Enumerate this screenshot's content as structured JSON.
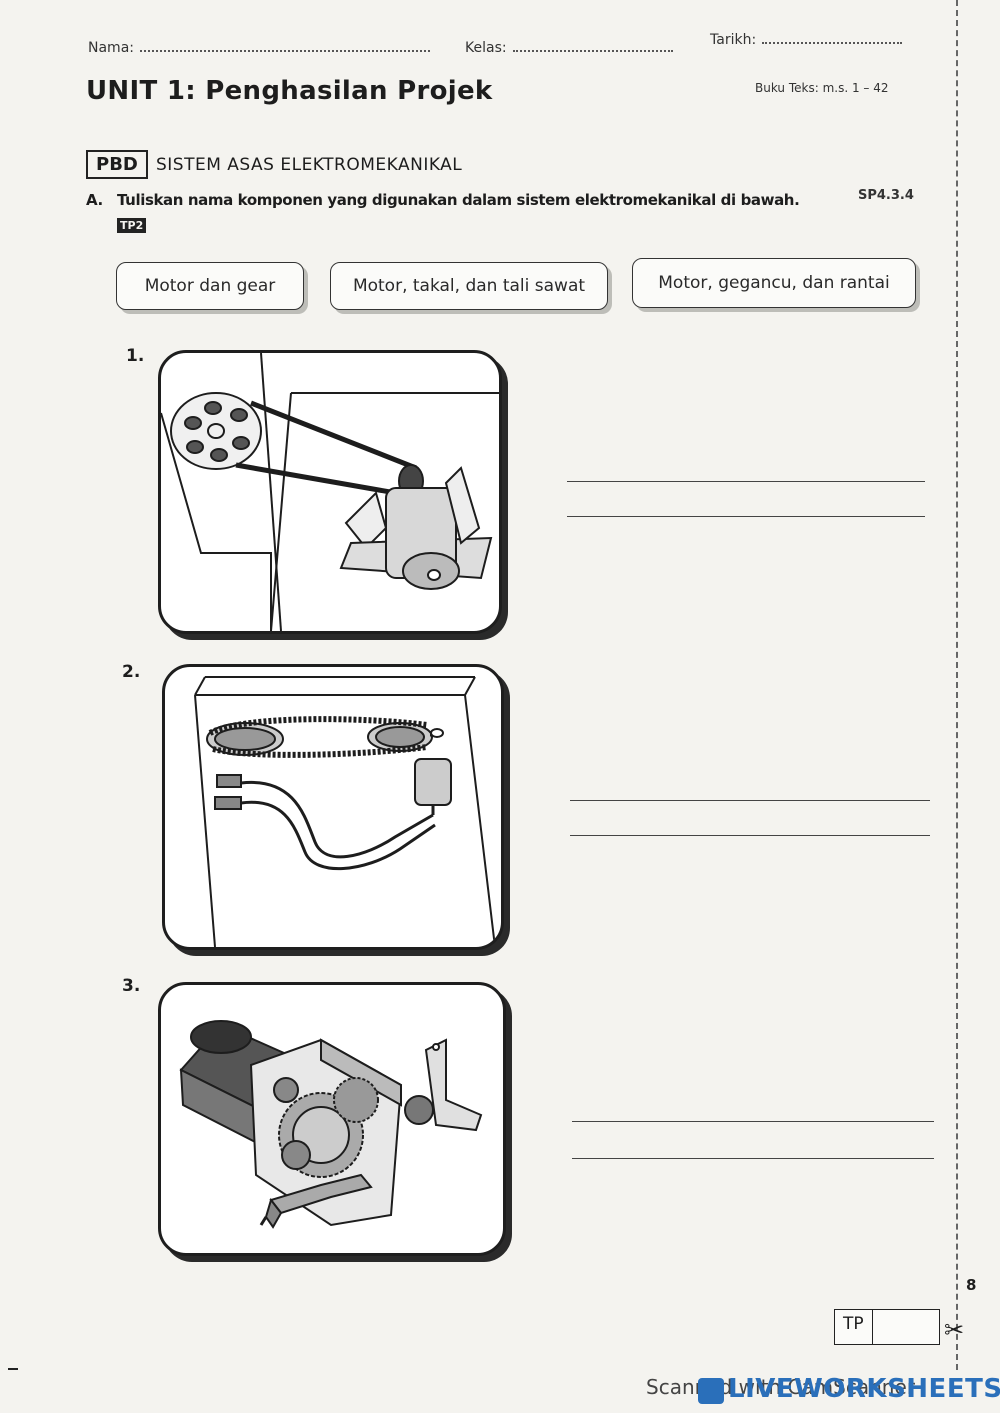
{
  "header": {
    "nama_label": "Nama:",
    "kelas_label": "Kelas:",
    "tarikh_label": "Tarikh:"
  },
  "unit": {
    "title": "UNIT 1: Penghasilan Projek",
    "reference": "Buku Teks: m.s. 1 – 42"
  },
  "section": {
    "badge": "PBD",
    "title": "SISTEM ASAS ELEKTROMEKANIKAL"
  },
  "question": {
    "letter": "A.",
    "text": "Tuliskan nama komponen yang digunakan dalam sistem elektromekanikal di bawah.",
    "sp_code": "SP4.3.4",
    "tp_tag": "TP2"
  },
  "options": [
    "Motor dan gear",
    "Motor, takal, dan tali sawat",
    "Motor, gegancu, dan rantai"
  ],
  "items": [
    {
      "number": "1.",
      "icon": "motor-pulley-belt-illustration"
    },
    {
      "number": "2.",
      "icon": "motor-sprocket-chain-illustration"
    },
    {
      "number": "3.",
      "icon": "motor-gearbox-illustration"
    }
  ],
  "footer": {
    "page_number": "8",
    "tp_label": "TP",
    "scanner_text": "Scanned with CamScanner",
    "brand": "LIVEWORKSHEETS"
  },
  "colors": {
    "brand": "#2a6fba",
    "ink": "#1d1d1d"
  }
}
